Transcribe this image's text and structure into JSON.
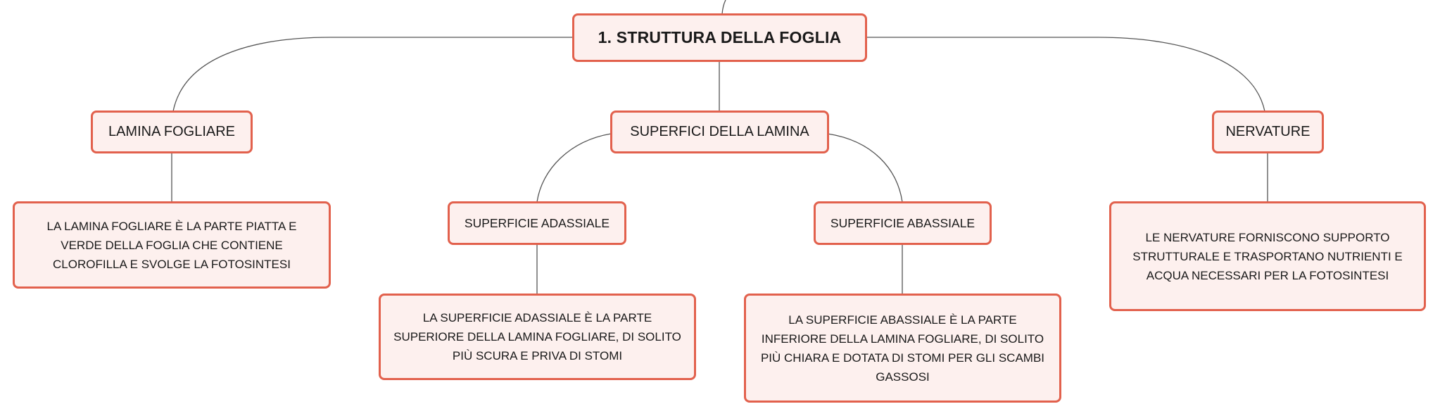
{
  "colors": {
    "node_border": "#e2614d",
    "node_fill": "#fdf0ee",
    "connector": "#555555",
    "background": "#ffffff"
  },
  "root": {
    "label": "1. STRUTTURA DELLA FOGLIA"
  },
  "branches": [
    {
      "label": "LAMINA FOGLIARE",
      "description": "LA LAMINA FOGLIARE È LA PARTE PIATTA E VERDE DELLA FOGLIA CHE CONTIENE CLOROFILLA E SVOLGE LA FOTOSINTESI"
    },
    {
      "label": "SUPERFICI DELLA LAMINA",
      "children": [
        {
          "label": "SUPERFICIE ADASSIALE",
          "description": "LA SUPERFICIE ADASSIALE È LA PARTE SUPERIORE DELLA LAMINA FOGLIARE, DI SOLITO PIÙ SCURA E PRIVA DI STOMI"
        },
        {
          "label": "SUPERFICIE ABASSIALE",
          "description": "LA SUPERFICIE ABASSIALE È LA PARTE INFERIORE DELLA LAMINA FOGLIARE, DI SOLITO PIÙ CHIARA E DOTATA DI STOMI PER GLI SCAMBI GASSOSI"
        }
      ]
    },
    {
      "label": "NERVATURE",
      "description": "LE NERVATURE FORNISCONO SUPPORTO STRUTTURALE E TRASPORTANO NUTRIENTI E ACQUA NECESSARI PER LA FOTOSINTESI"
    }
  ]
}
